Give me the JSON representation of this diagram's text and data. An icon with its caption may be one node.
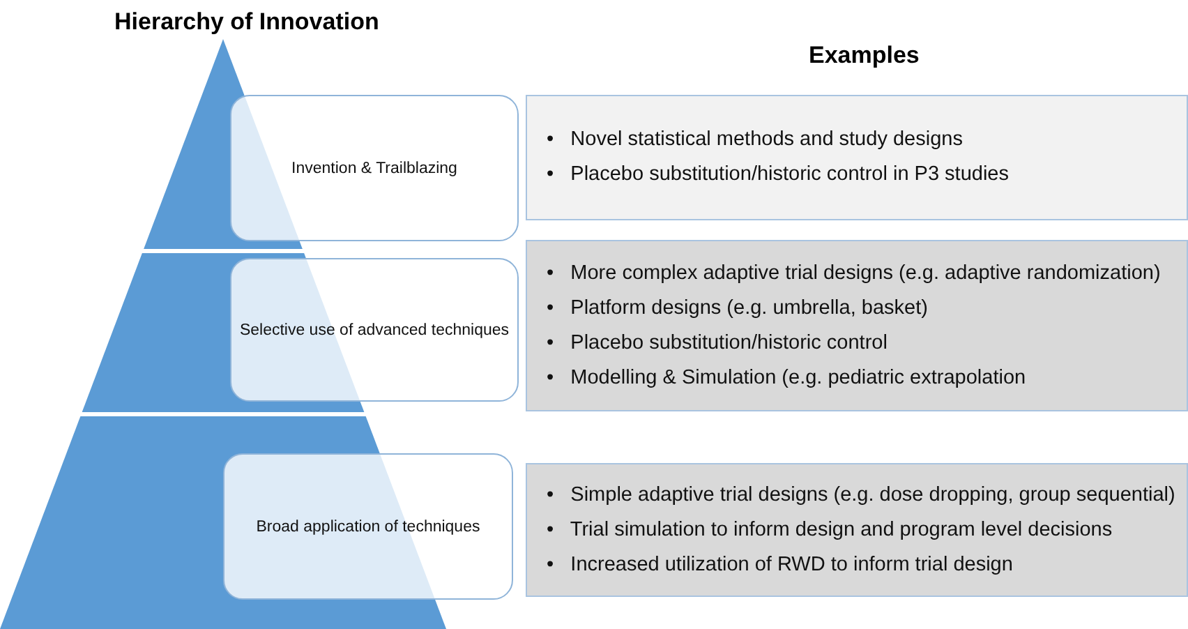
{
  "diagram": {
    "title": "Hierarchy of Innovation",
    "nodes": [
      {
        "text": [
          "Invention & Trailblazing"
        ]
      },
      {
        "text": [
          "Selective use of advanced techniques"
        ]
      },
      {
        "text": [
          "Broad application of techniques"
        ]
      },
      {
        "text": [
          "•   Novel statistical methods and study designs",
          "•   Placebo substitution/historic control in P3 studies"
        ]
      },
      {
        "text": [
          "•   More complex adaptive trial designs (e.g. adaptive randomization)",
          "•   Platform designs (e.g. umbrella, basket)",
          "•   Placebo substitution/historic control",
          "•   Modelling & Simulation (e.g. pediatric extrapolation"
        ]
      },
      {
        "text": [
          "•   Simple adaptive trial designs (e.g. dose dropping, group sequential)",
          "•   Trial simulation to inform design and program level decisions",
          "•   Increased utilization of RWD to inform trial design"
        ]
      }
    ],
    "labels": [
      "Examples"
    ]
  }
}
